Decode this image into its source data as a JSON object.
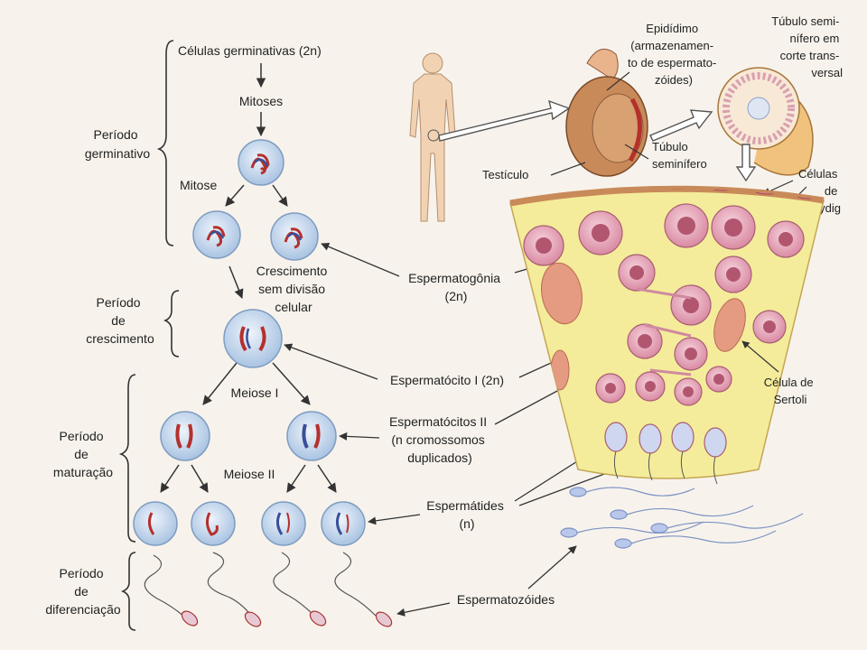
{
  "periods": {
    "germinative": [
      "Período",
      "germinativo"
    ],
    "growth": [
      "Período",
      "de",
      "crescimento"
    ],
    "maturation": [
      "Período",
      "de",
      "maturação"
    ],
    "differentiation": [
      "Período",
      "de",
      "diferenciação"
    ]
  },
  "flow": {
    "germ_cells": "Células germinativas (2n)",
    "mitoses": "Mitoses",
    "mitosis": "Mitose",
    "growth_note": [
      "Crescimento",
      "sem divisão",
      "celular"
    ],
    "meiosis_1": "Meiose I",
    "meiosis_2": "Meiose II"
  },
  "cell_types": {
    "spermatogonia": [
      "Espermatogônia",
      "(2n)"
    ],
    "primary_spermatocyte": "Espermatócito I (2n)",
    "secondary_spermatocytes": [
      "Espermatócitos II",
      "(n cromossomos",
      "duplicados)"
    ],
    "spermatids": [
      "Espermátides",
      "(n)"
    ],
    "spermatozoa": "Espermatozóides"
  },
  "anatomy": {
    "epididymis": [
      "Epidídimo",
      "(armazenamen-",
      "to de espermato-",
      "zóides)"
    ],
    "seminiferous_cross": [
      "Túbulo semi-",
      "nífero em",
      "corte trans-",
      "versal"
    ],
    "seminiferous_tubule": [
      "Túbulo",
      "seminífero"
    ],
    "testicle": "Testículo",
    "leydig": [
      "Células",
      "de",
      "Leydig"
    ],
    "sertoli": [
      "Célula de",
      "Sertoli"
    ]
  },
  "colors": {
    "cell_fill": "#c9dcef",
    "cell_edge": "#7e9cc0",
    "chromosome_red": "#b5302c",
    "chromosome_blue": "#3a4f9a",
    "tissue_yellow": "#f4ec9a",
    "tissue_cell": "#e9a6b8",
    "sertoli": "#e59a82",
    "skin": "#f1d3b3",
    "tubule": "#f1c27d",
    "arrow": "#333333"
  }
}
